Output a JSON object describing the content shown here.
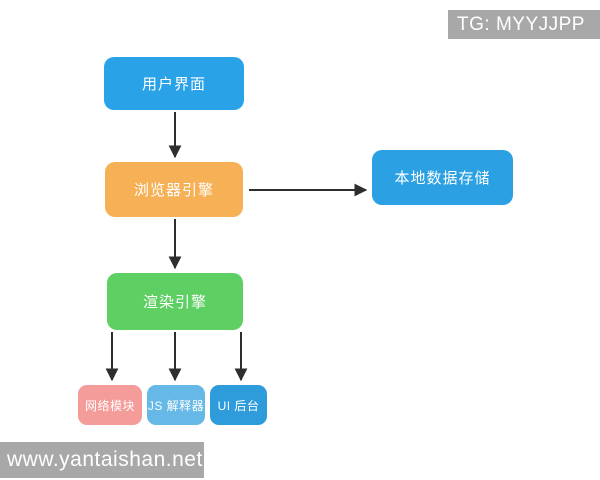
{
  "diagram": {
    "title": "browser architecture flowchart",
    "nodes": {
      "user_interface": {
        "label": "用户界面",
        "color": "#2aa2e8"
      },
      "browser_engine": {
        "label": "浏览器引擎",
        "color": "#f6b156"
      },
      "local_data_storage": {
        "label": "本地数据存储",
        "color": "#2ba1e3"
      },
      "rendering_engine": {
        "label": "渲染引擎",
        "color": "#5ecf63"
      },
      "network_module": {
        "label": "网络模块",
        "color": "#f49c9a"
      },
      "js_interpreter": {
        "label": "JS 解释器",
        "color": "#66b8e6"
      },
      "ui_backend": {
        "label": "UI 后台",
        "color": "#2e9cda"
      }
    },
    "edges": [
      {
        "from": "user_interface",
        "to": "browser_engine",
        "direction": "down"
      },
      {
        "from": "browser_engine",
        "to": "local_data_storage",
        "direction": "right"
      },
      {
        "from": "browser_engine",
        "to": "rendering_engine",
        "direction": "down"
      },
      {
        "from": "rendering_engine",
        "to": "network_module",
        "direction": "down"
      },
      {
        "from": "rendering_engine",
        "to": "js_interpreter",
        "direction": "down"
      },
      {
        "from": "rendering_engine",
        "to": "ui_backend",
        "direction": "down"
      }
    ]
  },
  "watermarks": {
    "top_right": {
      "text": "TG: MYYJJPP",
      "background": "#a8a8a8"
    },
    "bottom_left": {
      "text": "www.yantaishan.net",
      "background": "#a8a8a8"
    }
  },
  "colors": {
    "canvas_background": "#ffffff",
    "arrow": "#2e2e2e",
    "node_text": "#ffffff",
    "watermark_text": "#ffffff"
  }
}
